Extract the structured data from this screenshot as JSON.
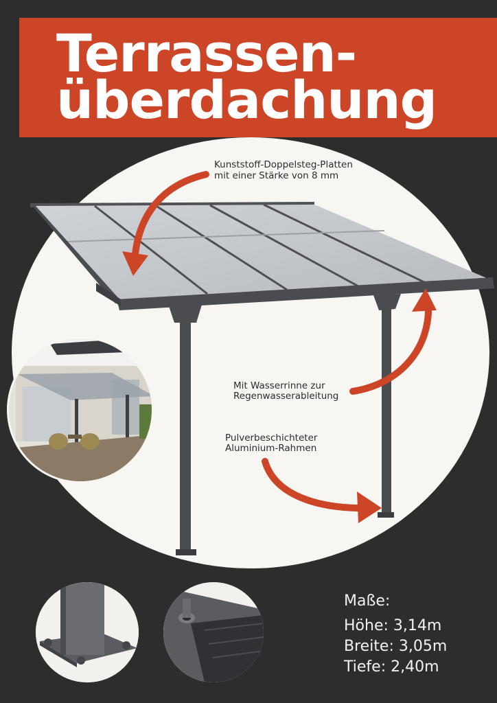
{
  "title": {
    "line1": "Terrassen-",
    "line2": "überdachung"
  },
  "callouts": {
    "panels_line1": "Kunststoff-Doppelsteg-Platten",
    "panels_line2": "mit einer Stärke von 8 mm",
    "gutter_line1": "Mit Wasserrinne zur",
    "gutter_line2": "Regenwasserableitung",
    "frame_line1": "Pulverbeschichteter",
    "frame_line2": "Aluminium-Rahmen"
  },
  "dimensions": {
    "heading": "Maße:",
    "height": "Höhe: 3,14m",
    "width": "Breite: 3,05m",
    "depth": "Tiefe: 2,40m"
  },
  "colors": {
    "accent": "#cc4527",
    "background": "#2d2d2d",
    "circle": "#f7f6f2",
    "frame": "#4a4c50"
  }
}
